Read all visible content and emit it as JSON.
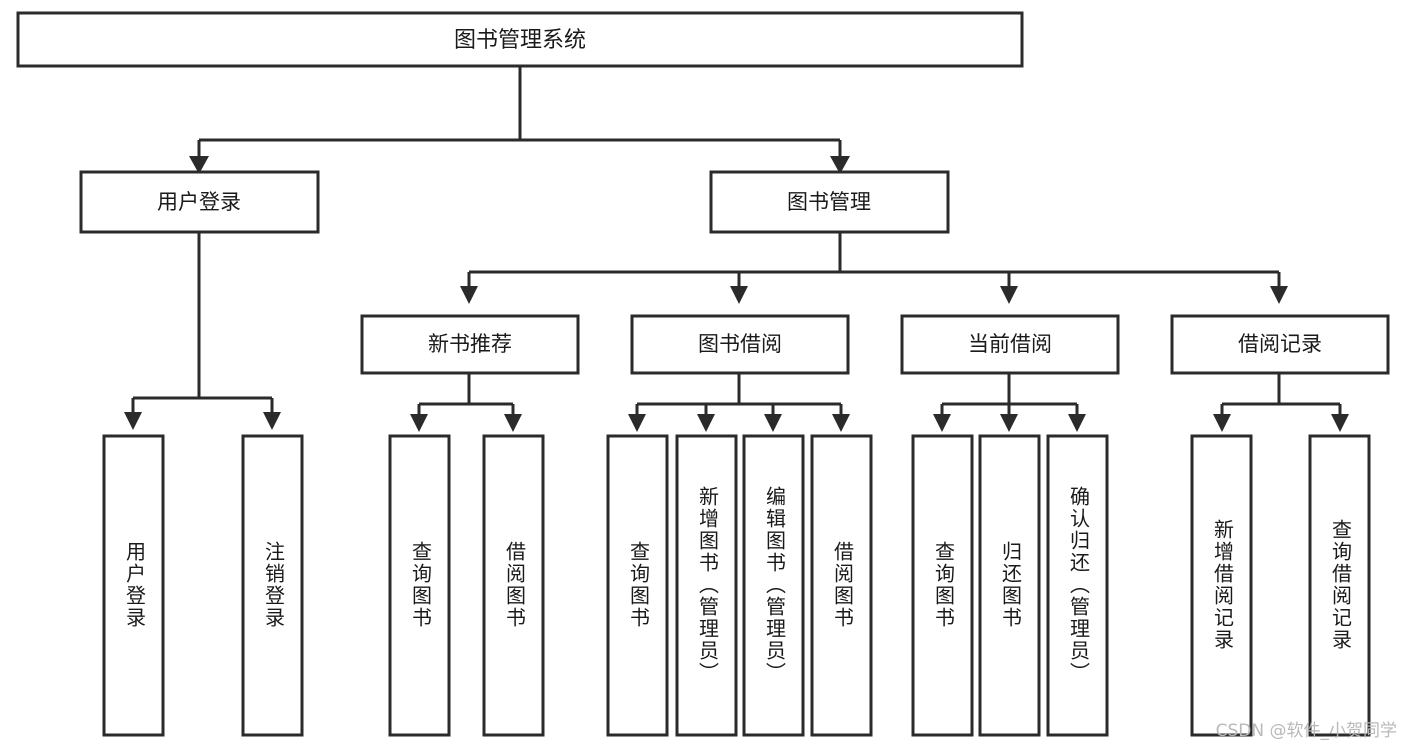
{
  "diagram": {
    "title": "图书管理系统",
    "type": "tree-hierarchy-chart",
    "colors": {
      "stroke": "#2b2b2b",
      "fill": "#ffffff",
      "text": "#1a1a1a",
      "watermark": "#b9b9b9"
    },
    "root": {
      "label": "图书管理系统"
    },
    "level2": [
      {
        "label": "用户登录"
      },
      {
        "label": "图书管理"
      }
    ],
    "level3": [
      {
        "label": "新书推荐"
      },
      {
        "label": "图书借阅"
      },
      {
        "label": "当前借阅"
      },
      {
        "label": "借阅记录"
      }
    ],
    "leaves": {
      "user_login": [
        {
          "label": "用户登录"
        },
        {
          "label": "注销登录"
        }
      ],
      "new_book_recommend": [
        {
          "label": "查询图书"
        },
        {
          "label": "借阅图书"
        }
      ],
      "book_borrow": [
        {
          "label": "查询图书"
        },
        {
          "label": "新增图书（管理员）"
        },
        {
          "label": "编辑图书（管理员）"
        },
        {
          "label": "借阅图书"
        }
      ],
      "current_borrow": [
        {
          "label": "查询图书"
        },
        {
          "label": "归还图书"
        },
        {
          "label": "确认归还（管理员）"
        }
      ],
      "borrow_record": [
        {
          "label": "新增借阅记录"
        },
        {
          "label": "查询借阅记录"
        }
      ]
    }
  },
  "watermark": {
    "text": "CSDN @软件_小贺同学"
  }
}
